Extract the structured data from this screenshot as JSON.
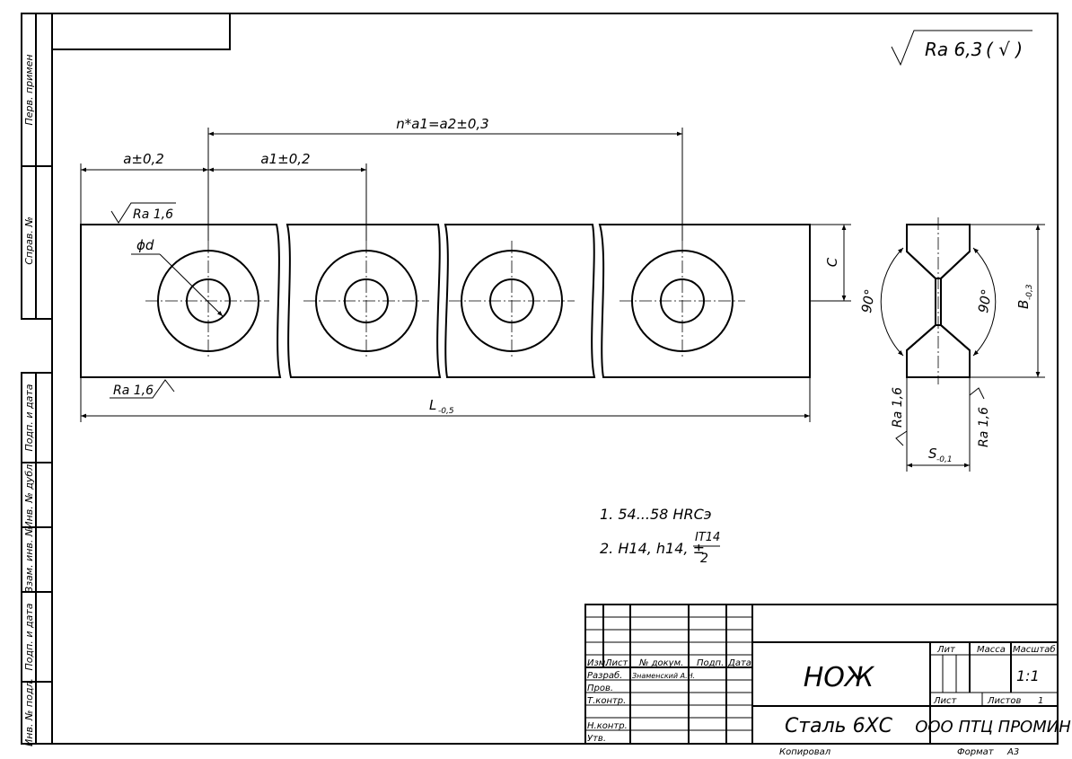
{
  "side_margin": {
    "perv_primen": "Перв. примен",
    "sprav": "Справ. №",
    "podp_data_1": "Подп. и дата",
    "inv_dubl": "Инв. № дубл.",
    "vzam_inv": "Взам. инв. №",
    "podp_data_2": "Подп. и дата",
    "inv_podl": "Инв. № подл."
  },
  "roughness_general": {
    "value": "Ra 6,3",
    "suffix": "( √ )"
  },
  "dimensions": {
    "pitch_total": "n*a1=a2±0,3",
    "offset_a": "a±0,2",
    "pitch_a1": "a1±0,2",
    "hole_dia": "ϕd",
    "height_c": "C",
    "length_l": "L",
    "length_l_tol": "-0,5",
    "width_b": "B",
    "width_b_tol": "-0,3",
    "thickness_s": "S",
    "thickness_s_tol": "-0,1",
    "angle_left": "90°",
    "angle_right": "90°"
  },
  "roughness": {
    "top": "Ra 1,6",
    "bottom": "Ra 1,6",
    "side_left": "Ra 1,6",
    "side_right": "Ra 1,6"
  },
  "notes": {
    "note1": "1. 54...58 HRCэ",
    "note2_prefix": "2. H14, h14, ±",
    "note2_num": "IT14",
    "note2_den": "2"
  },
  "title_block": {
    "h_izm": "Изм.",
    "h_list": "Лист",
    "h_dokum": "№ докум.",
    "h_podp": "Подп.",
    "h_data": "Дата",
    "r_razrab": "Разраб.",
    "razrab_name": "Знаменский А.Н.",
    "r_prov": "Пров.",
    "r_tkontr": "Т.контр.",
    "r_nkontr": "Н.контр.",
    "r_utv": "Утв.",
    "part_name": "НОЖ",
    "material": "Сталь 6ХС",
    "h_lit": "Лит",
    "h_massa": "Масса",
    "h_masshtab": "Масштаб",
    "scale": "1:1",
    "sheet_label": "Лист",
    "sheets_label": "Листов",
    "sheets_value": "1",
    "company": "ООО ПТЦ ПРОМИН",
    "copied": "Копировал",
    "format_label": "Формат",
    "format_value": "А3"
  }
}
